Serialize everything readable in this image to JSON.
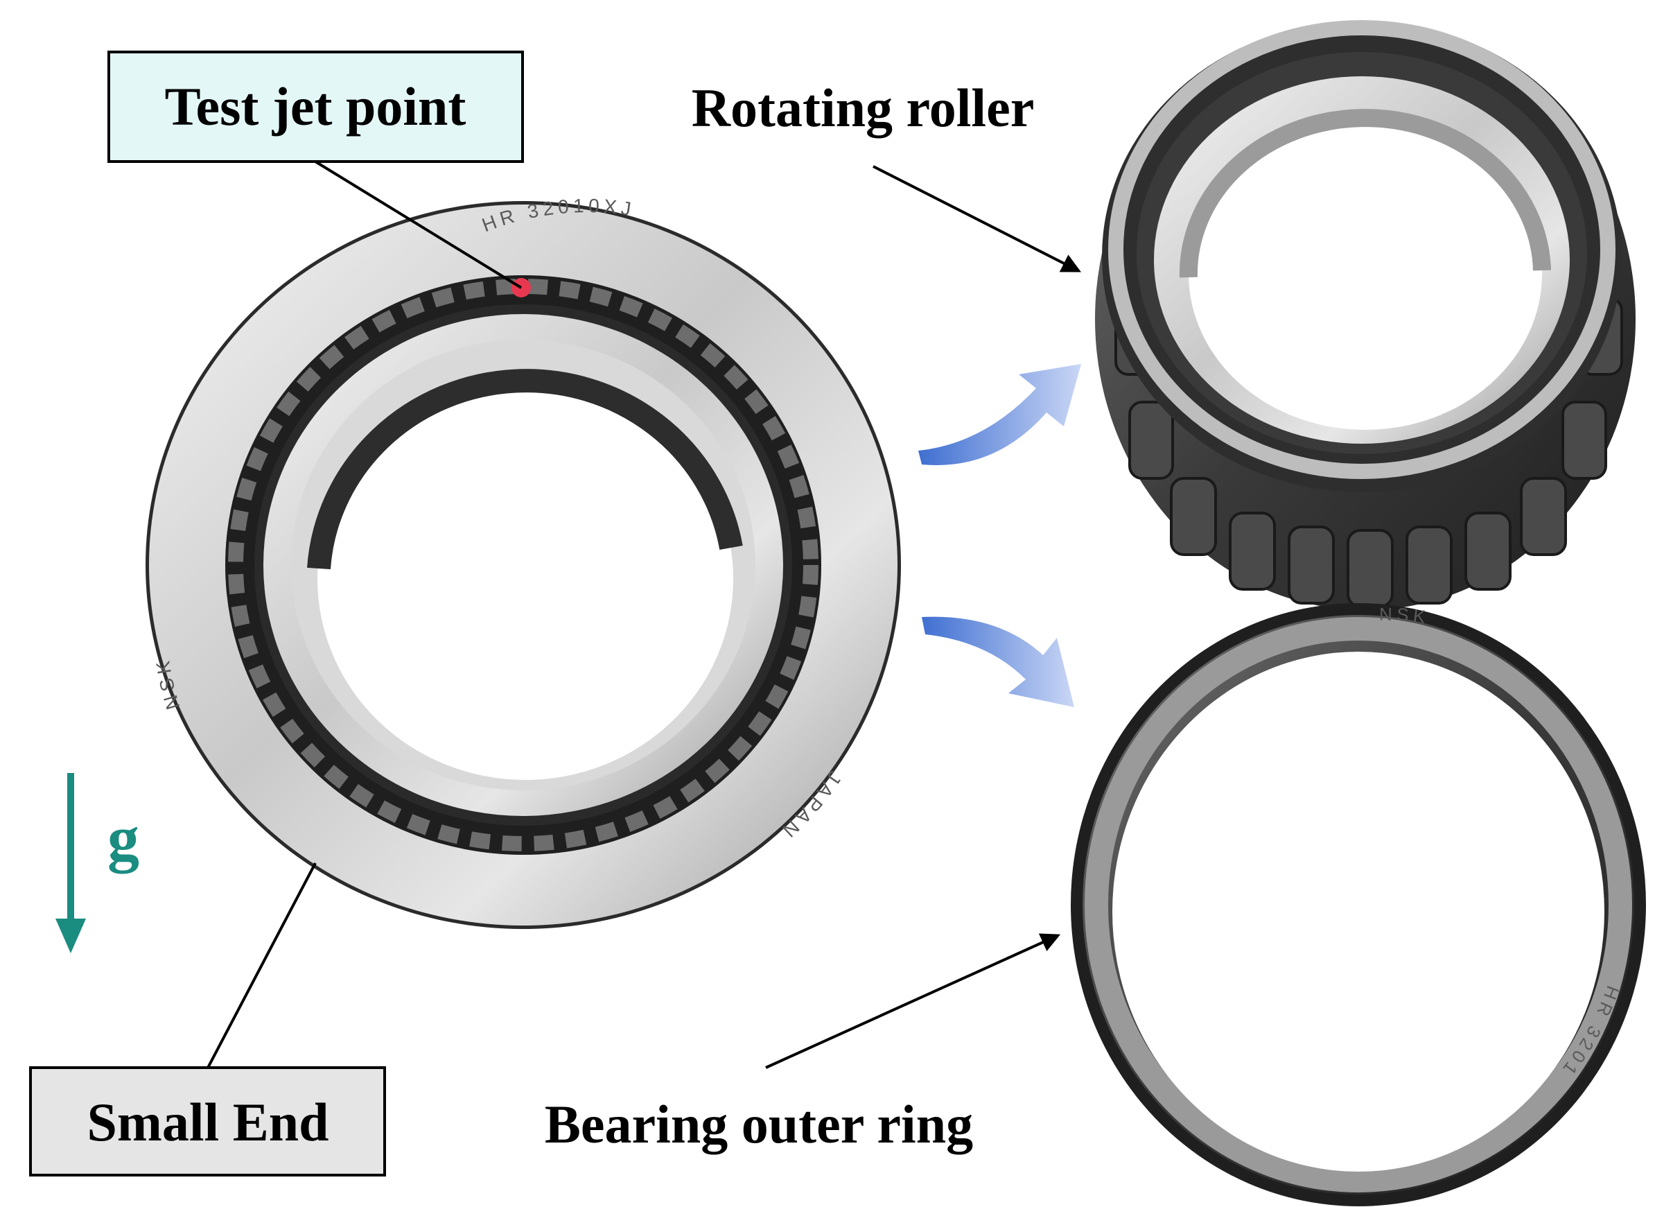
{
  "labels": {
    "test_jet_point": "Test jet point",
    "rotating_roller": "Rotating roller",
    "bearing_outer_ring": "Bearing outer ring",
    "small_end": "Small End",
    "gravity": "g"
  },
  "engravings": {
    "model": "HR 32010XJ",
    "brand": "NSK",
    "country": "JAPAN",
    "outer_ring_brand": "NSK",
    "outer_ring_model": "HR 3201"
  },
  "colors": {
    "jet_point": "#e8384f",
    "gravity_arrow": "#1a8c80",
    "transition_arrow": "#3f6fd1",
    "jet_label_box_fill": "#e4f7f7",
    "small_end_box_fill": "#e5e5e5"
  }
}
